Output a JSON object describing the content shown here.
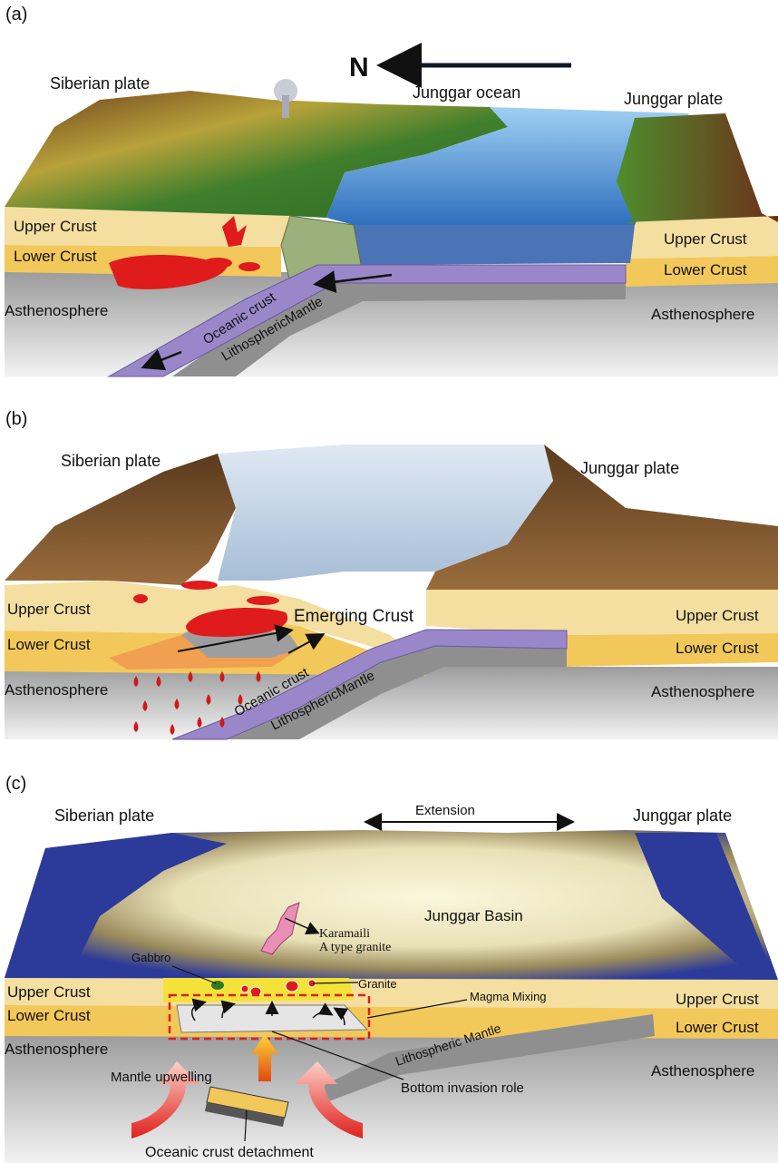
{
  "panels": [
    {
      "tag": "(a)",
      "north": "N",
      "plate_left": "Siberian plate",
      "ocean": "Junggar  ocean",
      "plate_right": "Junggar  plate",
      "upper_crust": "Upper Crust",
      "lower_crust": "Lower Crust",
      "asthenosphere": "Asthenosphere",
      "oceanic_crust": "Oceanic crust",
      "lith_mantle": "LithosphericMantle"
    },
    {
      "tag": "(b)",
      "plate_left": "Siberian plate",
      "plate_right": "Junggar  plate",
      "upper_crust": "Upper Crust",
      "lower_crust": "Lower Crust",
      "asthenosphere": "Asthenosphere",
      "emerging": "Emerging Crust",
      "oceanic_crust": "Oceanic crust",
      "lith_mantle": "LithosphericMantle"
    },
    {
      "tag": "(c)",
      "plate_left": "Siberian plate",
      "plate_right": "Junggar  plate",
      "extension": "Extension",
      "basin": "Junggar Basin",
      "granite_name_1": "Karamaili",
      "granite_name_2": "A type granite",
      "gabbro": "Gabbro",
      "granite": "Granite",
      "magma_mixing": "Magma Mixing",
      "upper_crust": "Upper Crust",
      "lower_crust": "Lower Crust",
      "asthenosphere": "Asthenosphere",
      "lith_mantle": "Lithospheric Mantle",
      "bottom_invasion": "Bottom invasion role",
      "mantle_upwelling": "Mantle upwelling",
      "detachment": "Oceanic crust detachment"
    }
  ],
  "colors": {
    "upper_crust": "#f4dea0",
    "lower_crust": "#f3c85a",
    "asthenosphere": "#b9b9b9",
    "ocean_slab": "#9a87c9",
    "lith_mantle": "#8f8f8f",
    "magma": "#e01b1b",
    "ocean": "#4f8fd6",
    "basin_relief": "#2c3a9a"
  }
}
